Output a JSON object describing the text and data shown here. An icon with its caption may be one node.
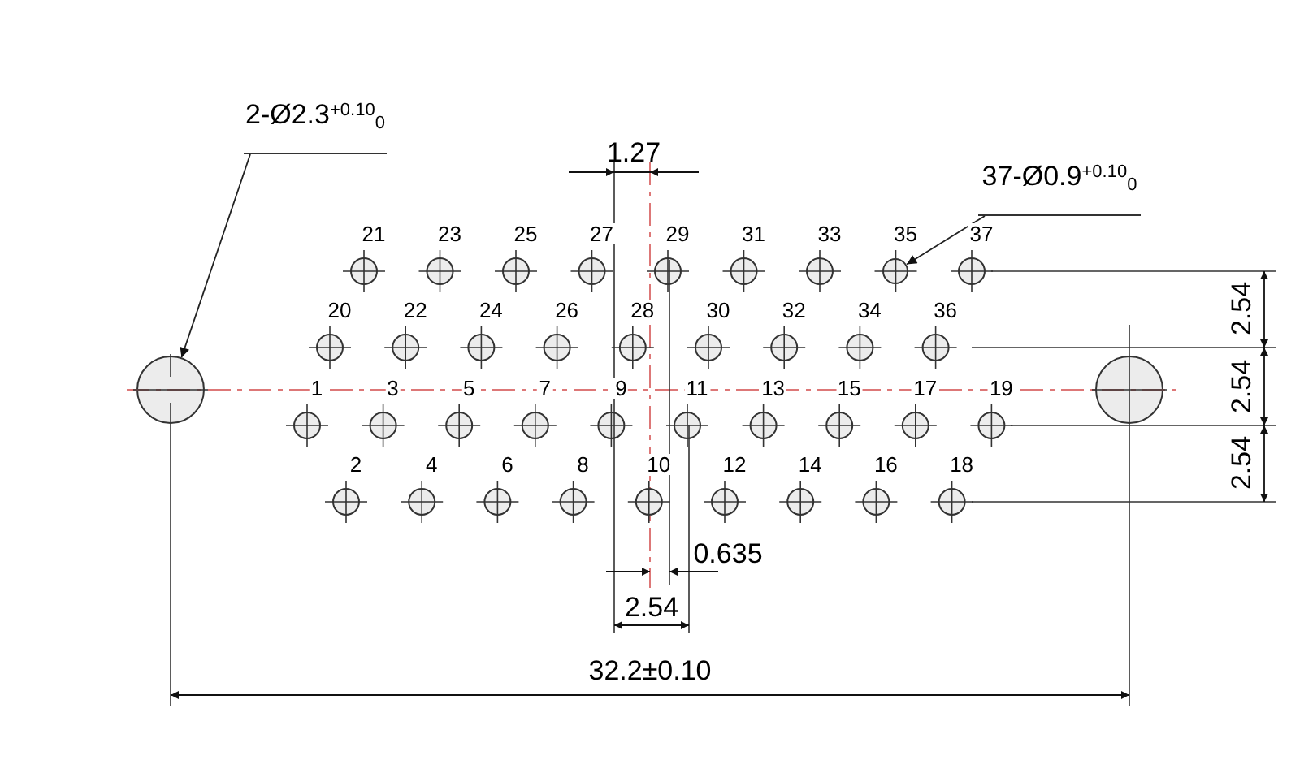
{
  "diagram": {
    "nodes": [
      {
        "text": [
          "2-Ø2.3$^{+0.10}$$_{0}$"
        ]
      },
      {
        "text": [],
        "shape": "circle"
      },
      {
        "text": [
          "37-Ø0.9$^{+0.10}$$_{0}$"
        ]
      },
      {
        "text": [],
        "shape": "circle"
      },
      {
        "text": [],
        "shape": "circle"
      }
    ],
    "edges": [
      {
        "from": 0,
        "to": 1,
        "arrow": "to"
      },
      {
        "from": 2,
        "to": 3,
        "arrow": "to"
      }
    ],
    "labels": [
      "1.27",
      "21",
      "23",
      "25",
      "27",
      "29",
      "31",
      "33",
      "35",
      "37",
      "20",
      "22",
      "24",
      "26",
      "28",
      "30",
      "32",
      "34",
      "36",
      "1",
      "3",
      "5",
      "7",
      "9",
      "11",
      "13",
      "15",
      "17",
      "19",
      "2",
      "4",
      "6",
      "8",
      "10",
      "12",
      "14",
      "16",
      "18",
      "2.54",
      "2.54",
      "2.54",
      "0.635",
      "2.54",
      "32.2±0.10"
    ]
  }
}
